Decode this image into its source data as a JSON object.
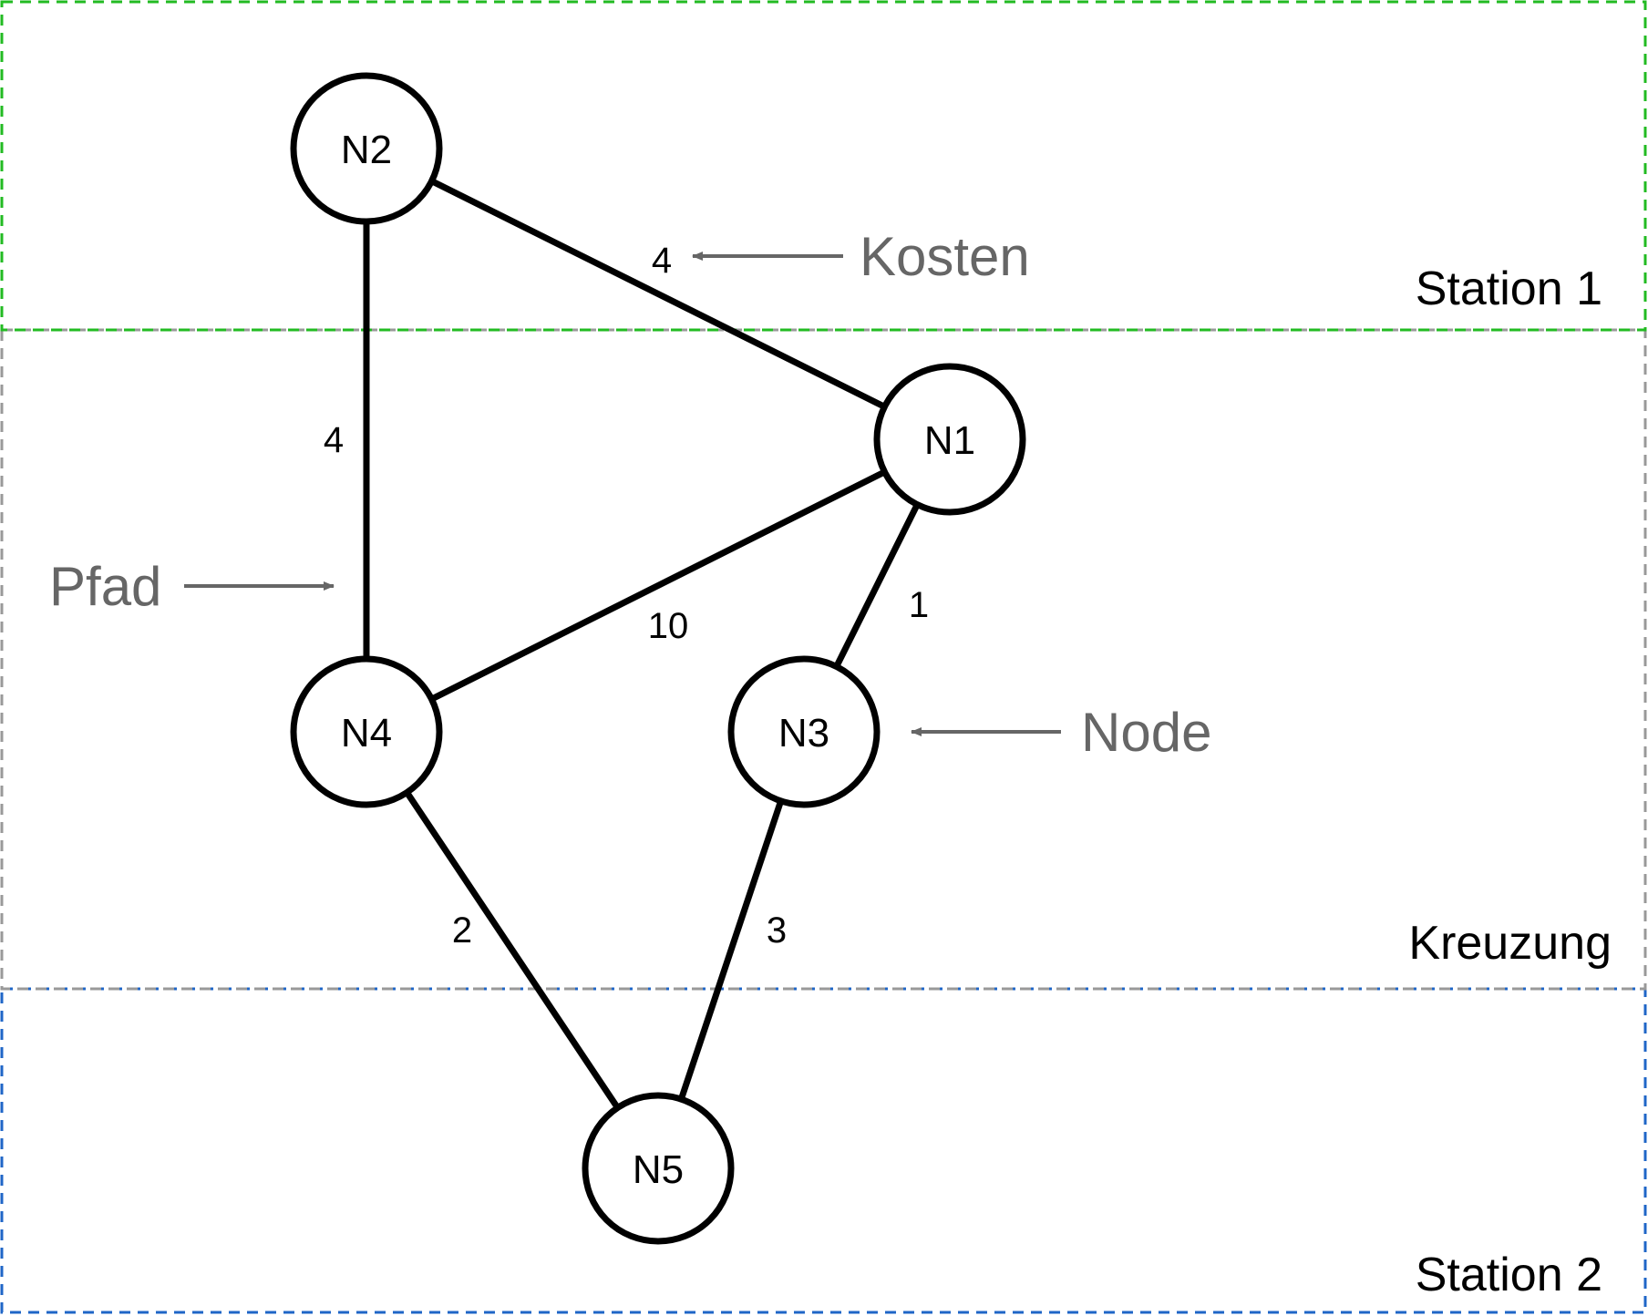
{
  "regions": [
    {
      "id": "station1",
      "label": "Station 1",
      "color": "#22bb22"
    },
    {
      "id": "kreuzung",
      "label": "Kreuzung",
      "color": "#999999"
    },
    {
      "id": "station2",
      "label": "Station 2",
      "color": "#1f66c7"
    }
  ],
  "nodes": [
    {
      "id": "N1",
      "label": "N1"
    },
    {
      "id": "N2",
      "label": "N2"
    },
    {
      "id": "N3",
      "label": "N3"
    },
    {
      "id": "N4",
      "label": "N4"
    },
    {
      "id": "N5",
      "label": "N5"
    }
  ],
  "edges": [
    {
      "from": "N2",
      "to": "N1",
      "cost": "4"
    },
    {
      "from": "N2",
      "to": "N4",
      "cost": "4"
    },
    {
      "from": "N1",
      "to": "N4",
      "cost": "10"
    },
    {
      "from": "N1",
      "to": "N3",
      "cost": "1"
    },
    {
      "from": "N4",
      "to": "N5",
      "cost": "2"
    },
    {
      "from": "N3",
      "to": "N5",
      "cost": "3"
    }
  ],
  "callouts": {
    "kosten": "Kosten",
    "pfad": "Pfad",
    "node": "Node"
  },
  "colors": {
    "stroke": "#000000",
    "callout": "#666666"
  }
}
